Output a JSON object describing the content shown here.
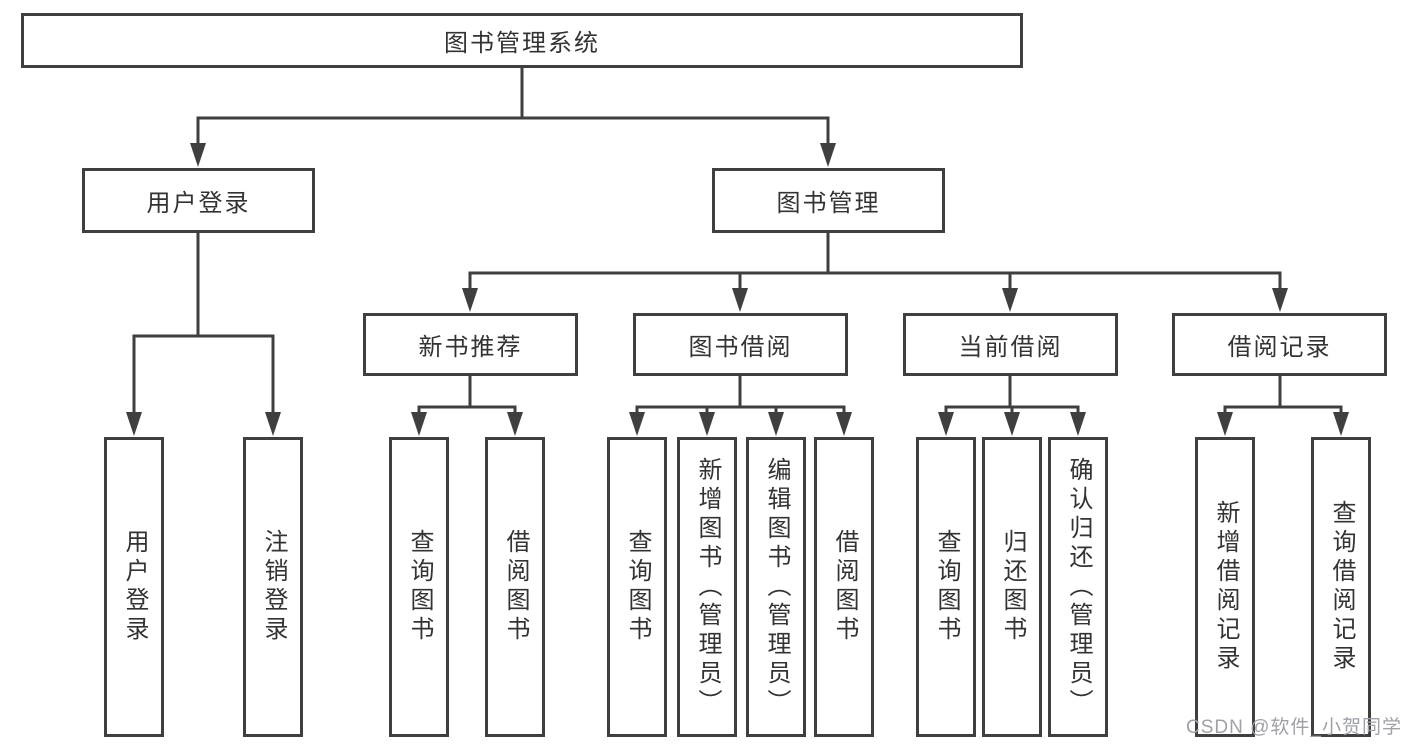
{
  "colors": {
    "line": "#3f3f3f",
    "box_border": "#3f3f3f",
    "box_fill": "#ffffff",
    "text": "#333333",
    "watermark": "#9fa1a8",
    "background": "#ffffff"
  },
  "tree": {
    "root": {
      "label": "图书管理系统",
      "children": [
        {
          "label": "用户登录",
          "children": [
            {
              "label": "用户登录"
            },
            {
              "label": "注销登录"
            }
          ]
        },
        {
          "label": "图书管理",
          "children": [
            {
              "label": "新书推荐",
              "children": [
                {
                  "label": "查询图书"
                },
                {
                  "label": "借阅图书"
                }
              ]
            },
            {
              "label": "图书借阅",
              "children": [
                {
                  "label": "查询图书"
                },
                {
                  "label": "新增图书（管理员）"
                },
                {
                  "label": "编辑图书（管理员）"
                },
                {
                  "label": "借阅图书"
                }
              ]
            },
            {
              "label": "当前借阅",
              "children": [
                {
                  "label": "查询图书"
                },
                {
                  "label": "归还图书"
                },
                {
                  "label": "确认归还（管理员）"
                }
              ]
            },
            {
              "label": "借阅记录",
              "children": [
                {
                  "label": "新增借阅记录"
                },
                {
                  "label": "查询借阅记录"
                }
              ]
            }
          ]
        }
      ]
    }
  },
  "watermark": "CSDN @软件_小贺同学"
}
